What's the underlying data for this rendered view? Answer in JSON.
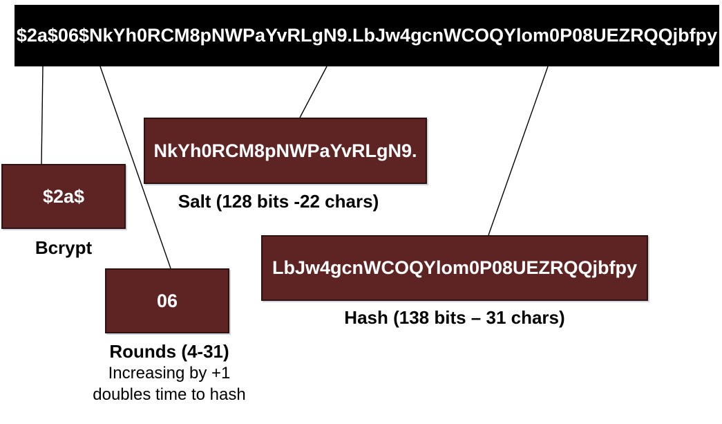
{
  "banner": {
    "hash_string": "$2a$06$NkYh0RCM8pNWPaYvRLgN9.LbJw4gcnWCOQYlom0P08UEZRQQjbfpy"
  },
  "segments": {
    "bcrypt": {
      "value": "$2a$",
      "label": "Bcrypt"
    },
    "rounds": {
      "value": "06",
      "label": "Rounds (4-31)",
      "note_line1": "Increasing by +1",
      "note_line2": "doubles time to hash"
    },
    "salt": {
      "value": "NkYh0RCM8pNWPaYvRLgN9.",
      "label": "Salt (128 bits -22 chars)"
    },
    "hash": {
      "value": "LbJw4gcnWCOQYlom0P08UEZRQQjbfpy",
      "label": "Hash (138 bits – 31 chars)"
    }
  },
  "colors": {
    "banner_fill": "#000000",
    "banner_text": "#ffffff",
    "box_fill": "#5e2423",
    "box_border": "#2e1210",
    "box_text": "#ffffff",
    "label_text": "#000000",
    "connector": "#000000",
    "background": "#ffffff"
  }
}
